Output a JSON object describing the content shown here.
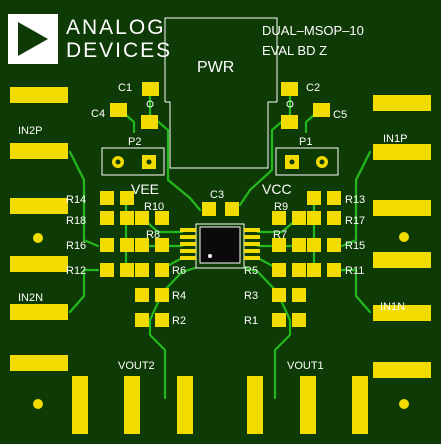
{
  "board": {
    "logo_line1": "ANALOG",
    "logo_line2": "DEVICES",
    "title_line1": "DUAL–MSOP–10",
    "title_line2": "EVAL  BD  Z",
    "power_label": "PWR",
    "supply_neg": "VEE",
    "supply_pos": "VCC",
    "header_left": "P2",
    "header_right": "P1",
    "colors": {
      "board": "#0e3a06",
      "pad": "#f2dc00",
      "trace": "#23b81c",
      "silk": "#ffffff",
      "chip": "#0a0a0a"
    }
  },
  "ports": {
    "in2p": "IN2P",
    "in2n": "IN2N",
    "in1p": "IN1P",
    "in1n": "IN1N",
    "vout2": "VOUT2",
    "vout1": "VOUT1"
  },
  "components": {
    "C1": "C1",
    "C2": "C2",
    "C3": "C3",
    "C4": "C4",
    "C5": "C5",
    "R1": "R1",
    "R2": "R2",
    "R3": "R3",
    "R4": "R4",
    "R5": "R5",
    "R6": "R6",
    "R7": "R7",
    "R8": "R8",
    "R9": "R9",
    "R10": "R10",
    "R11": "R11",
    "R12": "R12",
    "R13": "R13",
    "R14": "R14",
    "R15": "R15",
    "R16": "R16",
    "R17": "R17",
    "R18": "R18"
  }
}
